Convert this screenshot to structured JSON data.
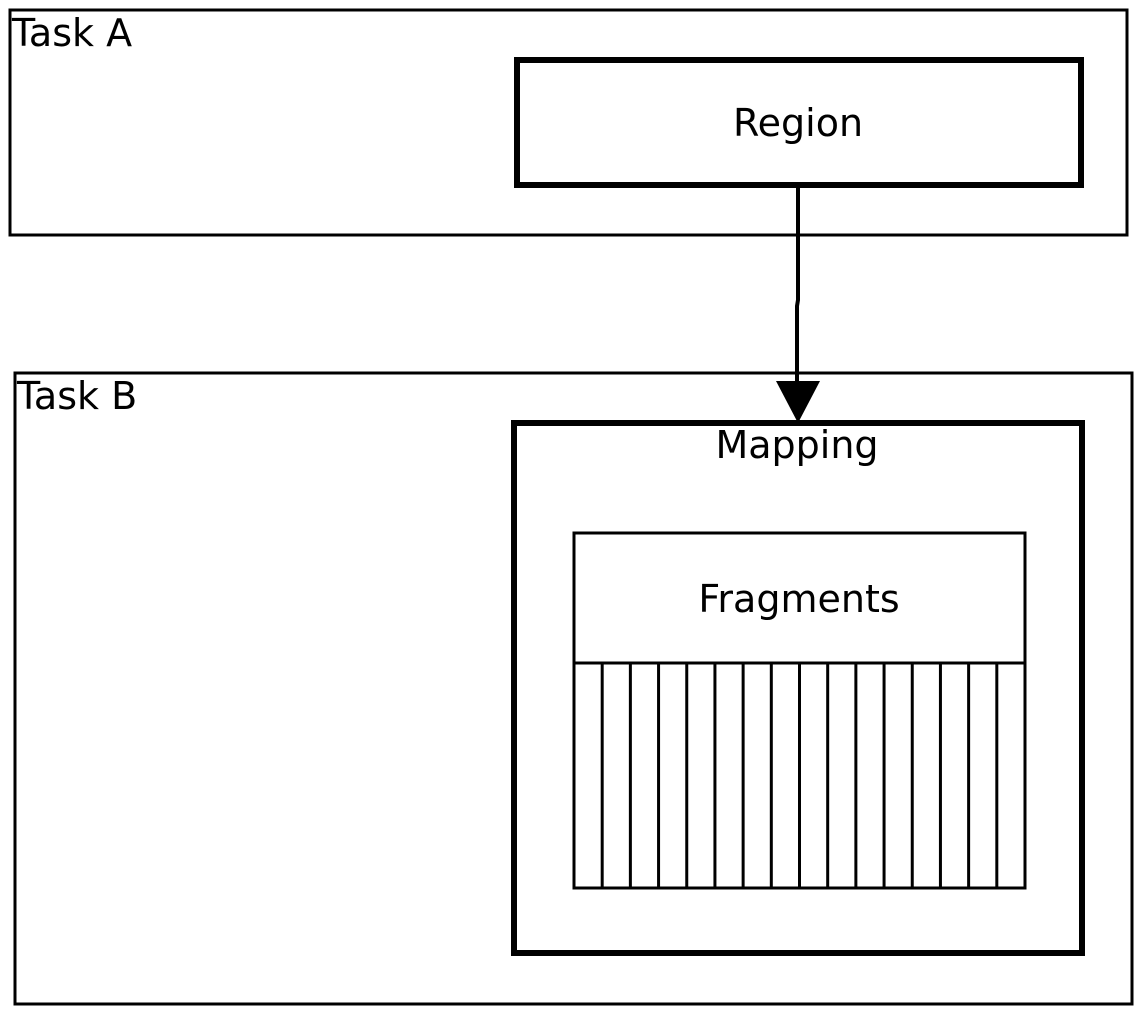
{
  "diagram": {
    "task_a": {
      "label": "Task A"
    },
    "region": {
      "label": "Region"
    },
    "task_b": {
      "label": "Task B"
    },
    "mapping": {
      "label": "Mapping"
    },
    "fragments": {
      "label": "Fragments",
      "column_count": 16
    },
    "edge": {
      "from": "Region",
      "to": "Mapping",
      "type": "arrow"
    }
  }
}
